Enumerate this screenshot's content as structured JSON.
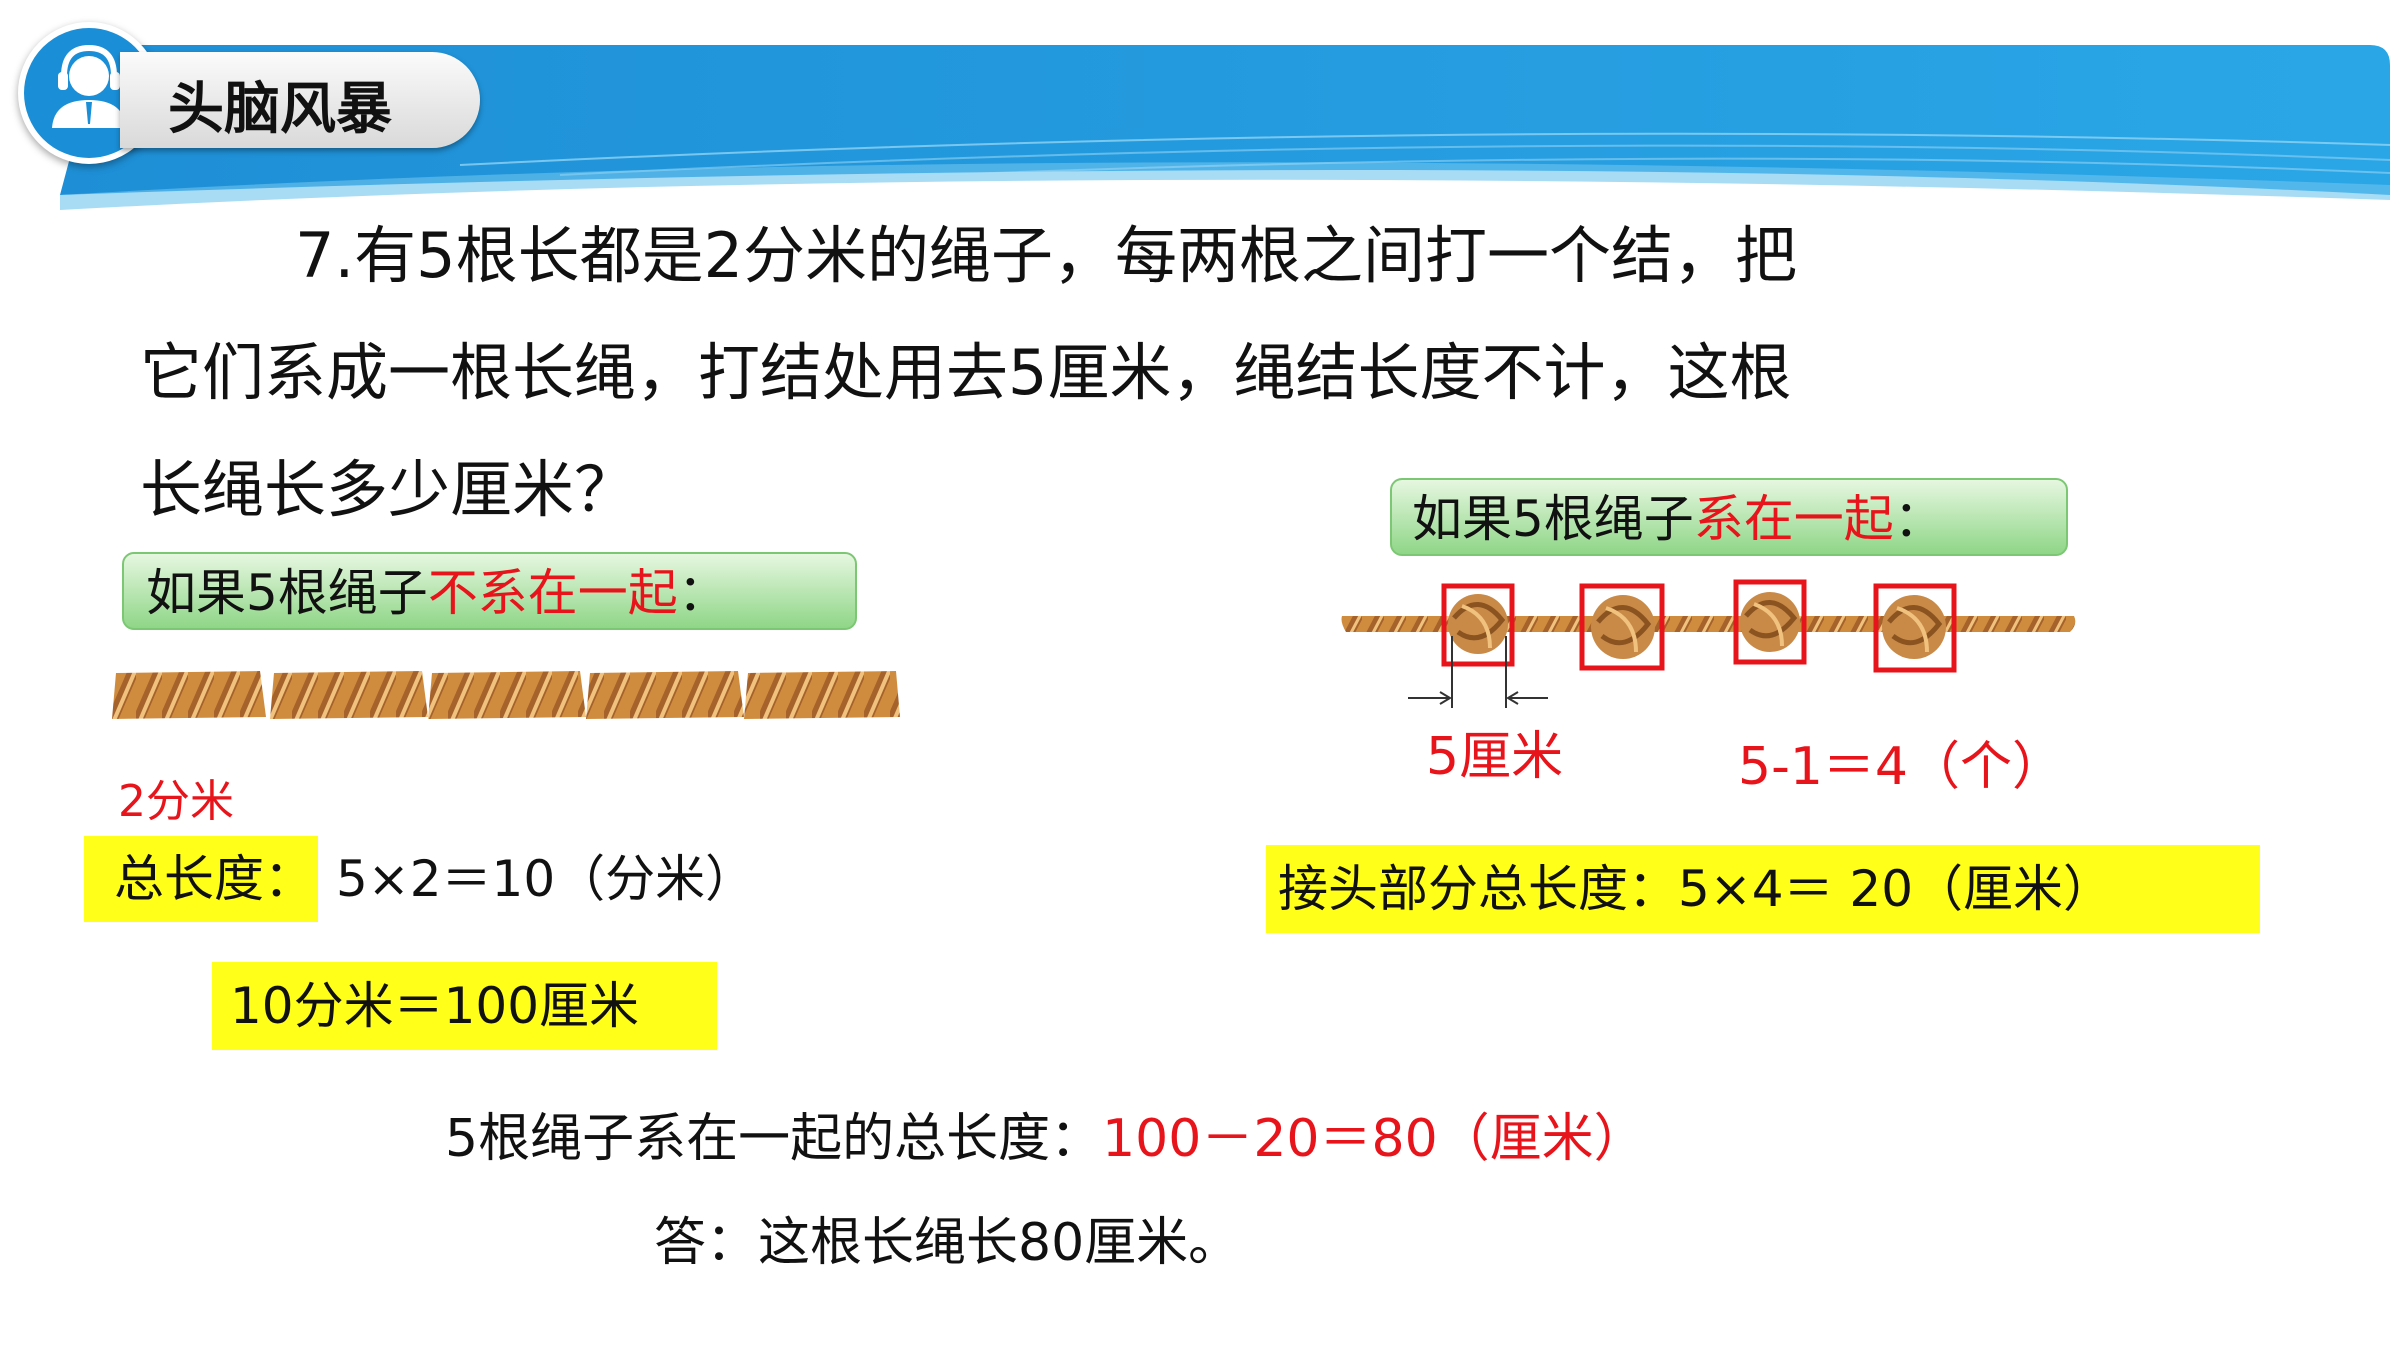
{
  "header": {
    "title": "头脑风暴"
  },
  "problem": {
    "line1": "7.有5根长都是2分米的绳子，每两根之间打一个结，把",
    "line2": "它们系成一根长绳，打结处用去5厘米，绳结长度不计，这根",
    "line3": "长绳长多少厘米？"
  },
  "left": {
    "label_prefix": "如果5根绳子",
    "label_highlight": "不系在一起",
    "label_suffix": "：",
    "segment_label": "2分米",
    "total_label": "总长度：",
    "total_expr": "5×2＝10（分米）",
    "conversion": "10分米＝100厘米"
  },
  "right": {
    "label_prefix": "如果5根绳子",
    "label_highlight": "系在一起",
    "label_suffix": "：",
    "knot_label": "5厘米",
    "count_expr": "5-1＝4（个）",
    "joint_expr": "接头部分总长度：5×4＝ 20（厘米）"
  },
  "bottom": {
    "total_prefix": "5根绳子系在一起的总长度：",
    "total_expr": "100－20＝80（厘米）",
    "answer": "答：这根长绳长80厘米。"
  },
  "colors": {
    "banner": "#1a8fd8",
    "highlight_red": "#e8141b",
    "highlight_yellow": "#ffff1a",
    "green_box": "#8fd687",
    "rope": "#c8843a",
    "knot_box": "#e8141b"
  }
}
